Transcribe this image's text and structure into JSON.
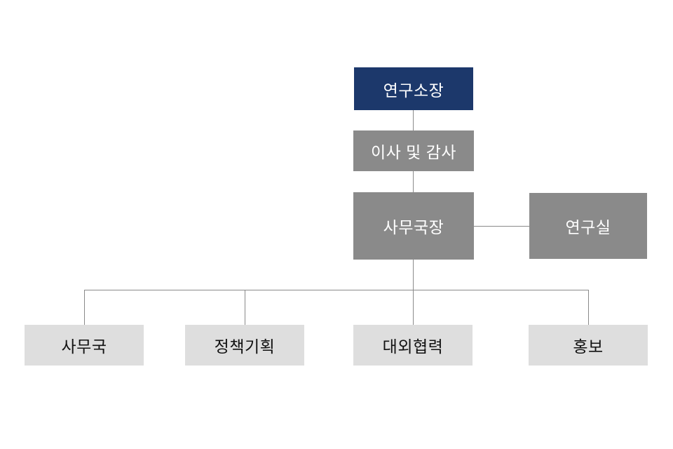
{
  "org_chart": {
    "type": "organization-chart",
    "colors": {
      "root_box": "#1c386b",
      "mid_box": "#8a8a8a",
      "leaf_box": "#dedede",
      "line": "#8a8a8a",
      "text_on_dark": "#ffffff",
      "text_on_light": "#111111",
      "background": "#ffffff"
    },
    "nodes": {
      "director": {
        "label": "연구소장",
        "level": 1
      },
      "board": {
        "label": "이사 및 감사",
        "level": 2
      },
      "secretary_general": {
        "label": "사무국장",
        "level": 3
      },
      "research_lab": {
        "label": "연구실",
        "level": 3
      },
      "secretariat": {
        "label": "사무국",
        "level": 4
      },
      "policy_planning": {
        "label": "정책기획",
        "level": 4
      },
      "external_cooperation": {
        "label": "대외협력",
        "level": 4
      },
      "public_relations": {
        "label": "홍보",
        "level": 4
      }
    },
    "edges": [
      {
        "from": "director",
        "to": "board"
      },
      {
        "from": "board",
        "to": "secretary_general"
      },
      {
        "from": "secretary_general",
        "to": "research_lab"
      },
      {
        "from": "secretary_general",
        "to": "secretariat"
      },
      {
        "from": "secretary_general",
        "to": "policy_planning"
      },
      {
        "from": "secretary_general",
        "to": "external_cooperation"
      },
      {
        "from": "secretary_general",
        "to": "public_relations"
      }
    ]
  }
}
